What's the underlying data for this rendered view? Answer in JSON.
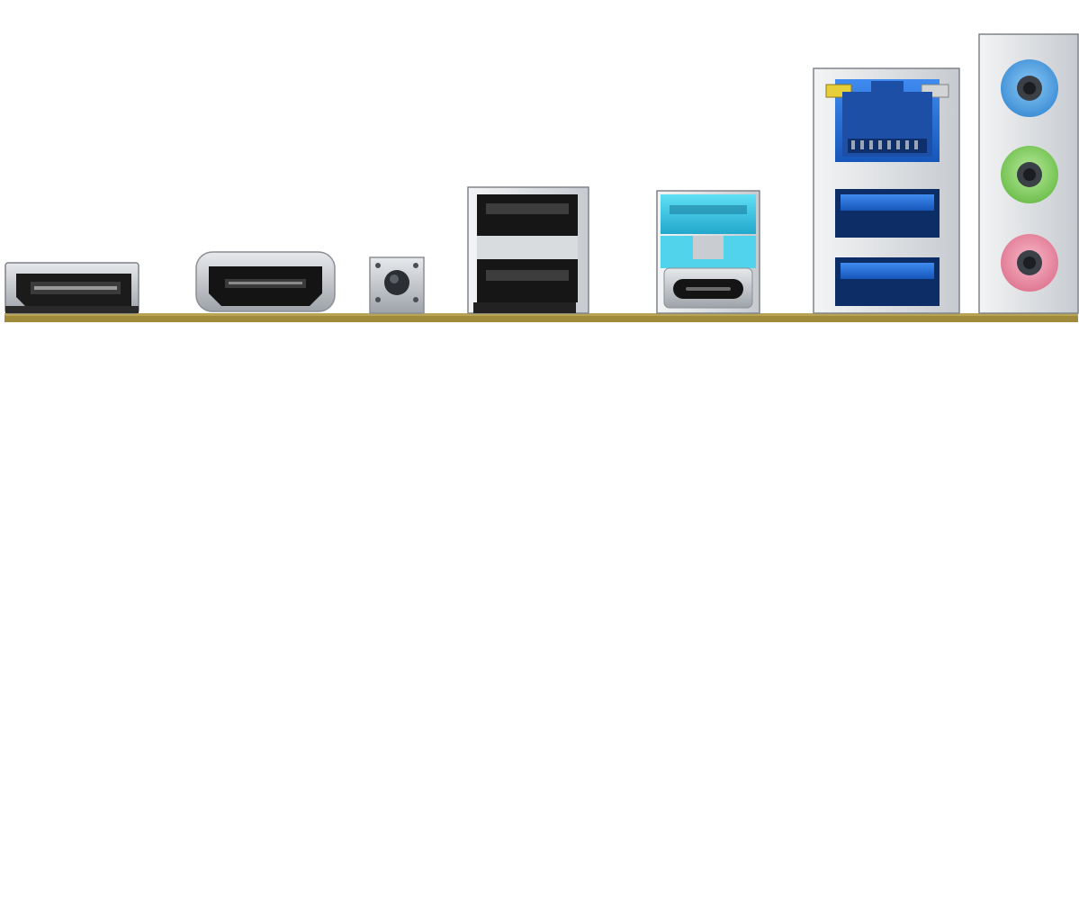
{
  "scene": {
    "background": "#ffffff",
    "pcb_color": "#a08a3c",
    "metal_color": "#c9ccd0",
    "usb3_blue": "#1f6fd6",
    "usb_c_cyan": "#3cc7e6",
    "audio_line_in": "#5aa9e6",
    "audio_line_out": "#8cd36a",
    "audio_mic": "#f090a8"
  },
  "ports": [
    {
      "name": "displayport",
      "icon": "displayport-connector"
    },
    {
      "name": "hdmi",
      "icon": "hdmi-connector"
    },
    {
      "name": "bios-flashback-button",
      "icon": "push-button"
    },
    {
      "name": "usb2-dual",
      "icon": "usb-a-stack"
    },
    {
      "name": "usb-c-with-usb-a",
      "icon": "usb-c-and-usb-a-stack"
    },
    {
      "name": "lan-and-usb3",
      "icon": "rj45-and-usb3-stack"
    },
    {
      "name": "audio-jacks",
      "icon": "audio-jack-stack"
    }
  ]
}
